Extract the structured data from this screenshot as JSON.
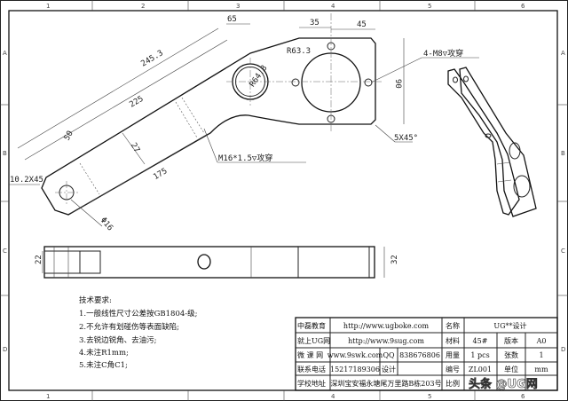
{
  "frame": {
    "zones_top": [
      "1",
      "2",
      "3",
      "4",
      "5",
      "6"
    ],
    "zones_side": [
      "A",
      "B",
      "C",
      "D"
    ],
    "zones_bottom": [
      "1",
      "4",
      "5",
      "6"
    ]
  },
  "dimensions": {
    "d65": "65",
    "d35": "35",
    "d45": "45",
    "r63": "R63.3",
    "r64": "R64.8",
    "d90": "90",
    "chamfer_plate": "5X45°",
    "thread_plate": "4-M8▽攻穿",
    "thread_arm": "M16*1.5▽攻穿",
    "d245": "245.3",
    "d225": "225",
    "d50": "50",
    "d27": "27",
    "d175": "175",
    "chamfer_end": "10.2X45",
    "hole": "Φ16",
    "d22": "22",
    "d32": "32"
  },
  "notes": {
    "title": "技术要求:",
    "items": [
      "1.一般线性尺寸公差按GB1804-级;",
      "2.不允许有划碰伤等表面缺陷;",
      "3.去锐边锐角、去油污;",
      "4.未注R1mm;",
      "5.未注C角C1;"
    ]
  },
  "title_block": {
    "r1": {
      "label": "中磊教育",
      "value": "http://www.ugboke.com",
      "name_label": "名称",
      "name_value": "UG**设计"
    },
    "r2": {
      "label": "就上UG网",
      "value": "http://www.9sug.com",
      "material_label": "材料",
      "material_value": "45#",
      "version_label": "版本",
      "version_value": "A0"
    },
    "r3": {
      "label": "微 课 网",
      "value": "www.9swk.com",
      "qq_label": "QQ",
      "qq_value": "838676806",
      "qty_label": "用量",
      "qty_value": "1 pcs",
      "sheets_label": "张数",
      "sheets_value": "1"
    },
    "r4": {
      "label": "联系电话",
      "value": "15217189306",
      "design_label": "设计",
      "design_value": "",
      "code_label": "编号",
      "code_value": "ZL001",
      "unit_label": "单位",
      "unit_value": "mm"
    },
    "r5": {
      "label": "学校地址",
      "value": "深圳宝安福永塘尾万里路B栋203号",
      "scale_label": "比例"
    }
  },
  "watermark": "头条 @UG网"
}
